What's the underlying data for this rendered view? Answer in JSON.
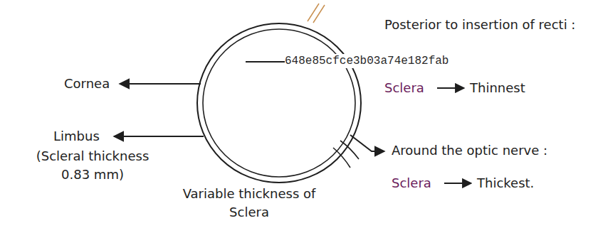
{
  "diagram": {
    "labels": [
      "Cornea",
      "Limbus",
      "(Scleral thickness 0.83 mm)",
      "Variable thickness of Sclera",
      "Posterior to insertion of recti :",
      "Sclera",
      "Thinnest",
      "Around the optic nerve :",
      "Sclera",
      "Thickest.",
      "648e85cfce3b03a74e182fab"
    ]
  }
}
